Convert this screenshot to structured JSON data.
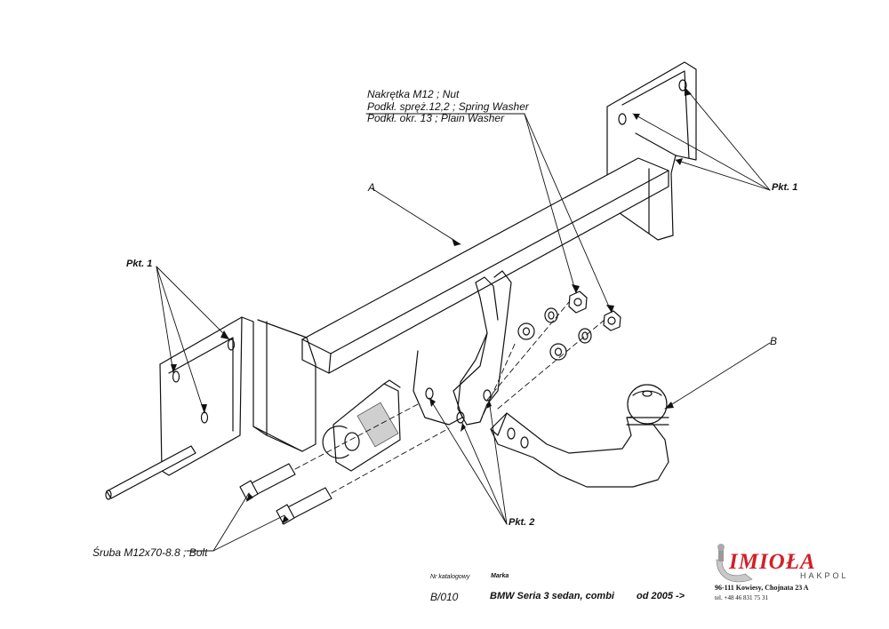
{
  "labels": {
    "nut_line1": "Nakrętka  M12 ; Nut",
    "nut_line2": "Podkł. spręż.12,2 ; Spring Washer",
    "nut_line3": "Podkł. okr. 13 ; Plain Washer",
    "part_a": "A",
    "part_b": "B",
    "pkt1_right": "Pkt. 1",
    "pkt1_left": "Pkt. 1",
    "pkt2": "Pkt. 2",
    "bolt": "Śruba M12x70-8.8 ;  Bolt"
  },
  "catalog": {
    "nr_header": "Nr katalogowy",
    "marka_header": "Marka",
    "nr_value": "B/010",
    "marka_value": "BMW Seria 3 sedan, combi",
    "from_value": "od 2005 ->"
  },
  "logo": {
    "brand": "IMIOŁA",
    "sub": "HAKPOL",
    "address": "96-111 Kowiesy, Chojnata 23 A",
    "phone": "tel. +48 46 831 75 31",
    "brand_color": "#d21f26"
  }
}
